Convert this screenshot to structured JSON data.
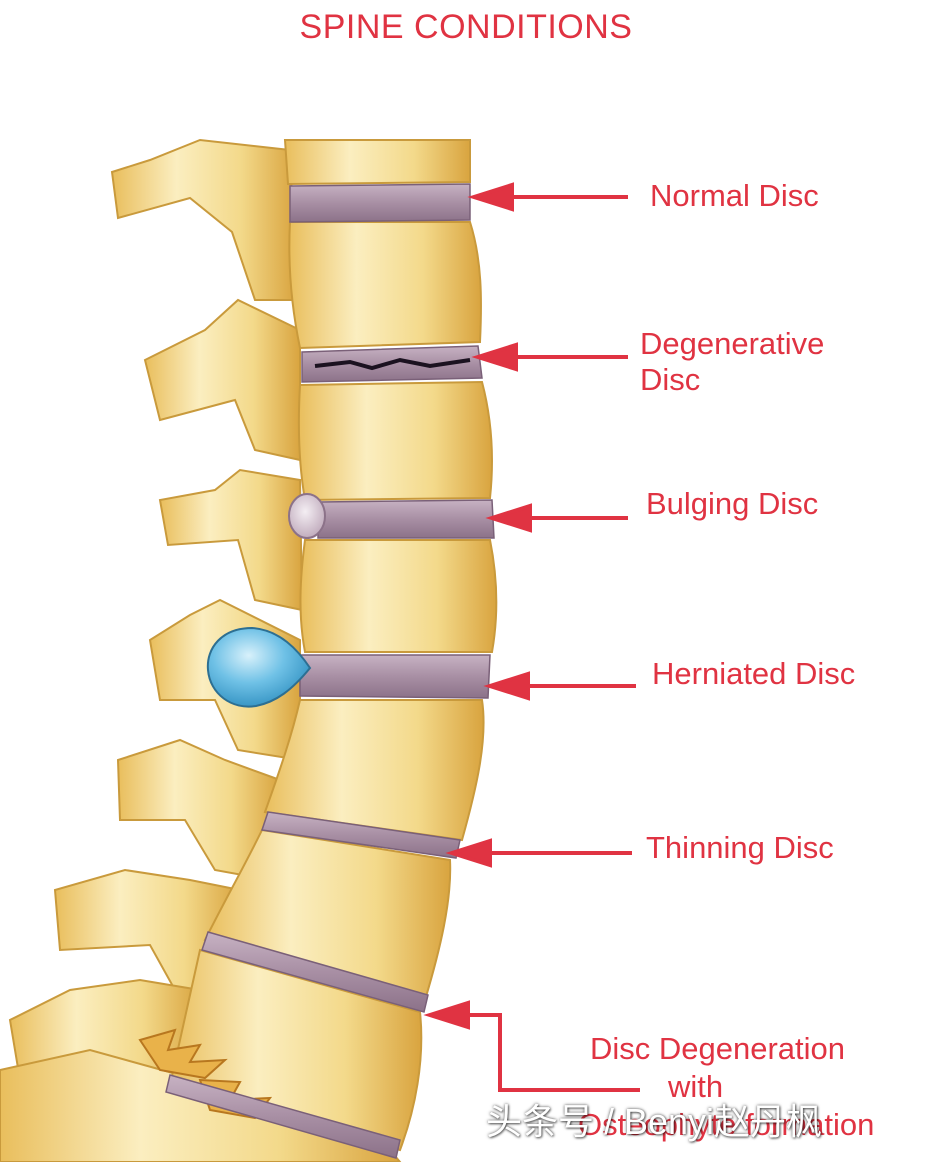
{
  "title": "SPINE CONDITIONS",
  "labels": {
    "normal": "Normal Disc",
    "degenerative_1": "Degenerative",
    "degenerative_2": "Disc",
    "bulging": "Bulging Disc",
    "herniated": "Herniated Disc",
    "thinning": "Thinning Disc",
    "osteophyte_1": "Disc Degeneration",
    "osteophyte_2": "with",
    "osteophyte_3": "Osteophyte formation"
  },
  "watermark": "头条号 / Benyi赵丹枫",
  "colors": {
    "accent": "#e03342",
    "bone": "#f3d98a",
    "bone_light": "#fbeec0",
    "bone_dark": "#d9a43f",
    "disc": "#a88fa4",
    "herniation": "#6fc1e6"
  }
}
